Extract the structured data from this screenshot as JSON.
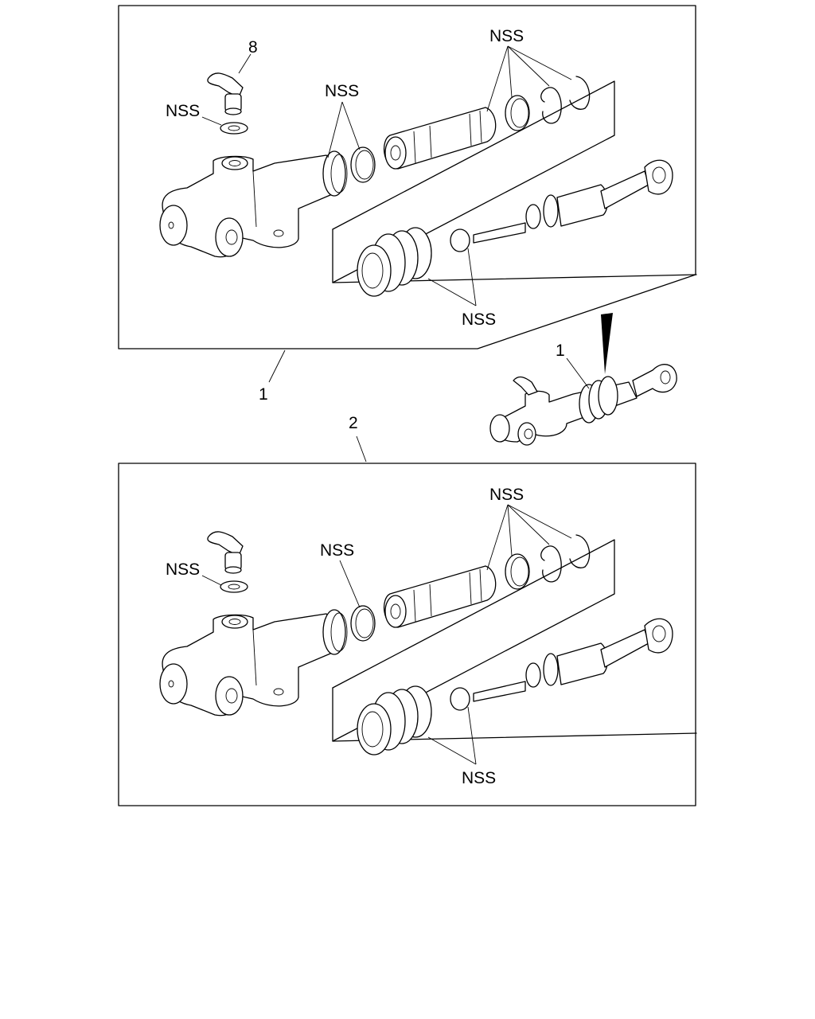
{
  "labels": {
    "part_8": "8",
    "part_1_top": "1",
    "part_1_small": "1",
    "part_2": "2",
    "nss": "NSS"
  },
  "colors": {
    "line": "#000000",
    "background": "#ffffff"
  }
}
